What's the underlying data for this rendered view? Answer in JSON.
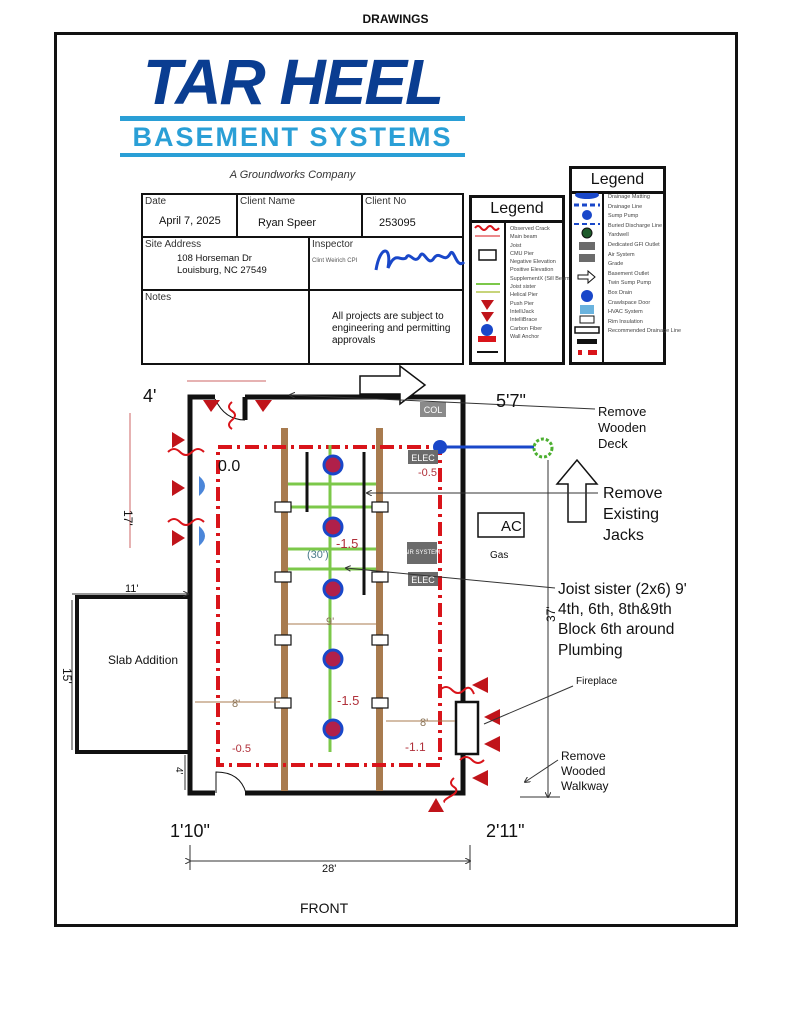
{
  "page_title": "DRAWINGS",
  "logo": {
    "line1": "TAR HEEL",
    "line2": "BASEMENT SYSTEMS",
    "tagline": "A Groundworks Company",
    "color": "#0a3d91",
    "accent": "#2a9fd6"
  },
  "info": {
    "date_label": "Date",
    "date": "April 7, 2025",
    "client_name_label": "Client Name",
    "client_name": "Ryan Speer",
    "client_no_label": "Client No",
    "client_no": "253095",
    "site_address_label": "Site Address",
    "address_line1": "108 Horseman Dr",
    "address_line2": "Louisburg, NC 27549",
    "inspector_label": "Inspector",
    "inspector": "Clint Weirich CPI",
    "notes_label": "Notes",
    "disclaimer": "All projects are subject to engineering and permitting approvals"
  },
  "legend1": {
    "title": "Legend",
    "items": [
      "Observed Crack",
      "Main beam",
      "Joist",
      "CMU Pier",
      "Negative Elevation",
      "Positive Elevation",
      "SupplementX (Sill Beam)",
      "Joist sister",
      "Helical Pier",
      "Push Pier",
      "IntelliJack",
      "IntelliBrace",
      "Carbon Fiber",
      "Wall Anchor"
    ]
  },
  "legend2": {
    "title": "Legend",
    "items": [
      "Drainage Matting",
      "Drainage Line",
      "Sump Pump",
      "Buried Discharge Line",
      "Yardwell",
      "Dedicated GFI Outlet",
      "Air System",
      "Grade",
      "Basement Outlet",
      "Twin Sump Pump",
      "Box Drain",
      "Crawlspace Door",
      "HVAC System",
      "Rim Insulation",
      "Recommended Drainage Line"
    ]
  },
  "drawing": {
    "dims": {
      "top_left": "4'",
      "top_right": "5'7\"",
      "left_height": "17'",
      "slab_width": "11'",
      "slab_height": "15'",
      "bottom_left_small": "4'",
      "bottom_left": "1'10\"",
      "bottom_right": "2'11\"",
      "width": "28'",
      "depth": "37'",
      "beam_spacing": "9'",
      "left_offset": "8'",
      "right_offset": "8'",
      "joist_span": "(30')"
    },
    "elevations": {
      "origin": "0.0",
      "e1": "-0.5",
      "e2": "-1.5",
      "e3": "-1.5",
      "e4": "-0.5",
      "e5": "-1.1"
    },
    "tags": {
      "col": "COL",
      "elec1": "ELEC",
      "elec2": "ELEC",
      "air": "AIR SYSTEM",
      "ac": "AC",
      "gas": "Gas"
    },
    "slab": "Slab Addition",
    "front": "FRONT",
    "notes": {
      "deck": [
        "Remove",
        "Wooden",
        "Deck"
      ],
      "jacks": [
        "Remove",
        "Existing",
        "Jacks"
      ],
      "joist": [
        "Joist sister (2x6) 9'",
        "4th, 6th, 8th&9th",
        "Block 6th around",
        "Plumbing"
      ],
      "fireplace": "Fireplace",
      "walkway": [
        "Remove",
        "Wooded",
        "Walkway"
      ]
    },
    "colors": {
      "red": "#d9141a",
      "beam": "#a87b4f",
      "joist": "#7cc84a",
      "blue": "#1947c9",
      "tag": "#6b6b6b"
    }
  }
}
